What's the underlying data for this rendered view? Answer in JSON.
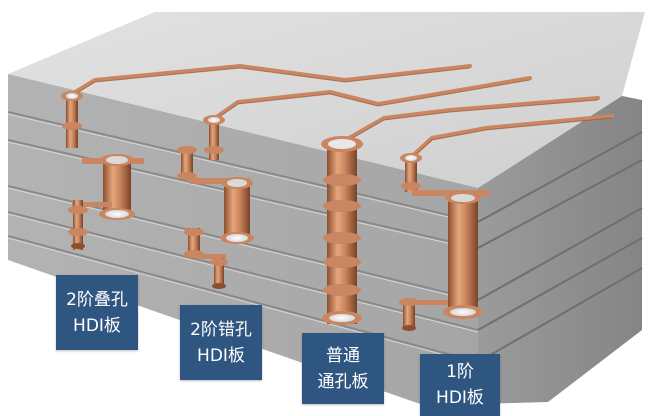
{
  "labels": {
    "stacked_hdi": {
      "line1": "2阶叠孔",
      "line2": "HDI板"
    },
    "staggered_hdi": {
      "line1": "2阶错孔",
      "line2": "HDI板"
    },
    "through_hole": {
      "line1": "普通",
      "line2": "通孔板"
    },
    "first_order": {
      "line1": "1阶",
      "line2": "HDI板"
    }
  },
  "colors": {
    "label_bg": "#2f5680",
    "label_text": "#ffffff",
    "copper": "#c98660",
    "copper_dark": "#8c4f2e",
    "board_top": "#d9d9d9",
    "board_front": "#a3a3a3",
    "board_side": "#8e8e8e"
  }
}
